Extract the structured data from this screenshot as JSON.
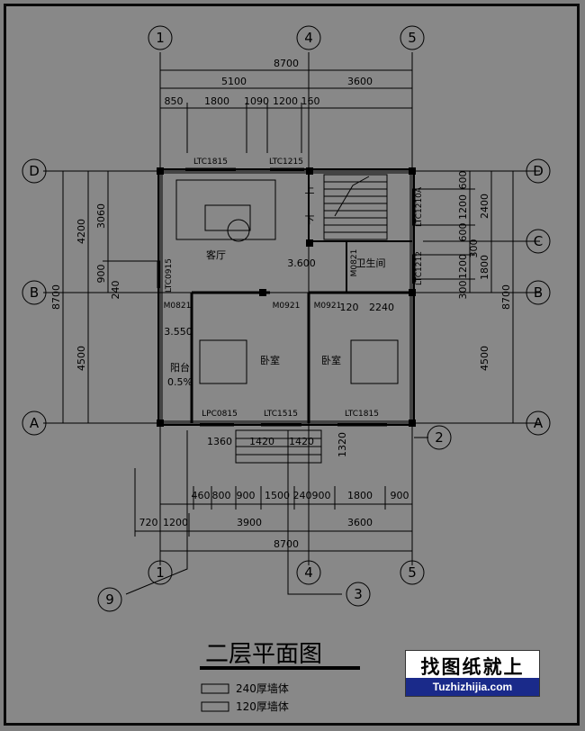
{
  "title": "二层平面图",
  "brand": {
    "name": "找图纸就上",
    "url": "Tuzhizhijia.com"
  },
  "legend": [
    {
      "label": "240厚墙体"
    },
    {
      "label": "120厚墙体"
    }
  ],
  "axes": {
    "a1": "1",
    "a4": "4",
    "a5": "5",
    "aD": "D",
    "aB": "B",
    "aA": "A",
    "aC": "C",
    "a2": "2",
    "a3": "3",
    "a9": "9"
  },
  "dims": {
    "top_total": "8700",
    "top_5100": "5100",
    "top_3600": "3600",
    "top_850": "850",
    "top_1800": "1800",
    "top_1090": "1090",
    "top_1200": "1200",
    "top_160": "160",
    "bot_460": "460",
    "bot_800": "800",
    "bot_900a": "900",
    "bot_1500": "1500",
    "bot_240": "240",
    "bot_900b": "900",
    "bot_1800": "1800",
    "bot_900c": "900",
    "bot_720": "720",
    "bot_1200": "1200",
    "bot_3900": "3900",
    "bot_3600": "3600",
    "bot_total": "8700",
    "stair_1360": "1360",
    "stair_1420a": "1420",
    "stair_1420b": "1420",
    "stair_1320": "1320",
    "left_8700": "8700",
    "left_4200": "4200",
    "left_4500": "4500",
    "left_3060": "3060",
    "left_900": "900",
    "left_240": "240",
    "right_8700": "8700",
    "right_2400": "2400",
    "right_1800": "1800",
    "right_4500": "4500",
    "right_600a": "600",
    "right_1200a": "1200",
    "right_600b": "600",
    "right_300a": "300",
    "right_1200b": "1200",
    "right_300b": "300",
    "mid_120": "120",
    "mid_2240": "2240"
  },
  "rooms": {
    "living": "客厅",
    "bed1": "卧室",
    "bed2": "卧室",
    "bath": "卫生间",
    "balcony": "阳台",
    "balcony_slope": "0.5%",
    "level_3600": "3.600",
    "level_3550": "3.550",
    "stair_up": "上",
    "stair_down": "下"
  },
  "windows": {
    "ltc1815a": "LTC1815",
    "ltc1215": "LTC1215",
    "ltc1210a": "LTC1210A",
    "ltc1212": "LTC1212",
    "ltc0915": "LTC0915",
    "lpc0815": "LPC0815",
    "ltc1515": "LTC1515",
    "ltc1815b": "LTC1815"
  },
  "doors": {
    "m0821a": "M0821",
    "m0921a": "M0921",
    "m0921b": "M0921",
    "m0821b": "M0821"
  }
}
